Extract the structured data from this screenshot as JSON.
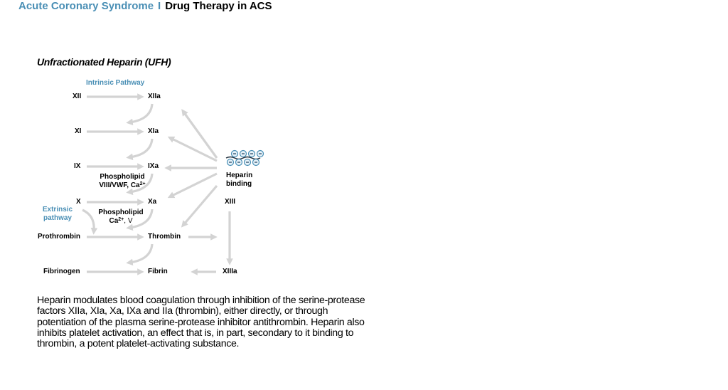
{
  "header": {
    "section": "Acute Coronary Syndrome",
    "separator": "I",
    "title": "Drug Therapy in ACS"
  },
  "subtitle": "Unfractionated Heparin (UFH)",
  "diagram": {
    "intrinsic_label": "Intrinsic Pathway",
    "extrinsic_label_line1": "Extrinsic",
    "extrinsic_label_line2": "pathway",
    "factors": {
      "xii": "XII",
      "xiia": "XIIa",
      "xi": "XI",
      "xia": "XIa",
      "ix": "IX",
      "ixa": "IXa",
      "x": "X",
      "xa": "Xa",
      "prothrombin": "Prothrombin",
      "thrombin": "Thrombin",
      "fibrinogen": "Fibrinogen",
      "fibrin": "Fibrin",
      "xiii": "XIII",
      "xiiia": "XIIIa"
    },
    "cofactor_1_line1": "Phospholipid",
    "cofactor_1_line2": "VIII/VWF, Ca",
    "cofactor_1_sup": "2+",
    "cofactor_2_line1": "Phospholipid",
    "cofactor_2_line2a": "Ca",
    "cofactor_2_sup": "2+",
    "cofactor_2_line2b": ", V",
    "heparin_line1": "Heparin",
    "heparin_line2": "binding"
  },
  "description": "Heparin modulates blood coagulation through inhibition of the serine-protease factors XIIa, XIa, Xa, IXa and IIa (thrombin), either directly, or through potentiation of the plasma serine-protease inhibitor antithrombin. Heparin also inhibits platelet activation, an effect that is, in part, secondary to it binding to thrombin, a potent platelet-activating substance.",
  "colors": {
    "accent": "#4a8fb5",
    "arrow": "#d3d3d3"
  }
}
